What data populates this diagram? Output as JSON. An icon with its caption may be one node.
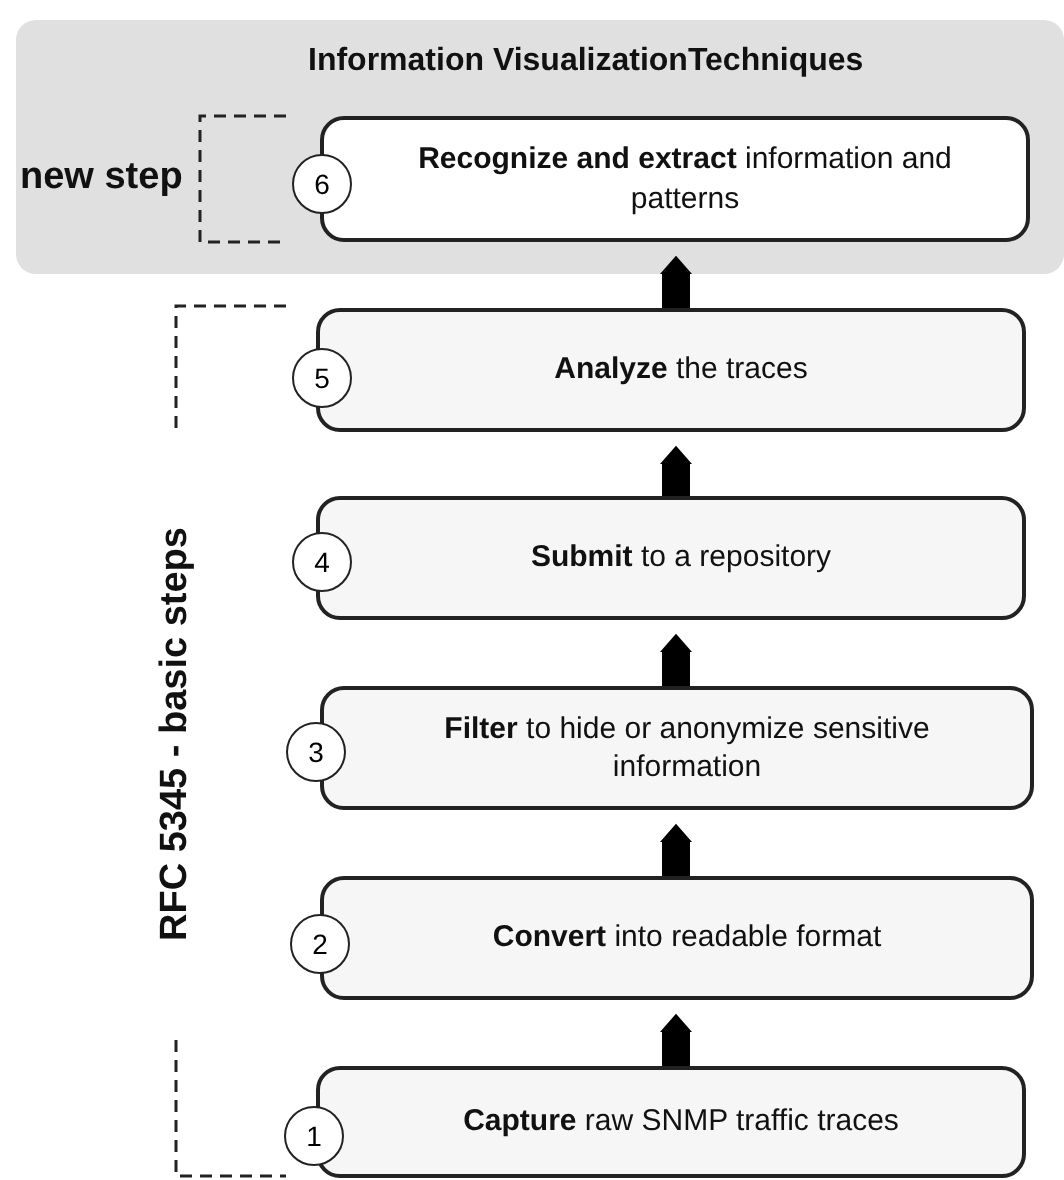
{
  "diagram": {
    "nodes": [
      {
        "text": [
          "Information VisualizationTechniques"
        ]
      },
      {
        "text": [
          "6"
        ],
        "in": 0
      },
      {
        "text": [
          "**Recognize and extract** information and patterns"
        ],
        "in": 0
      },
      {
        "text": [
          "5"
        ]
      },
      {
        "text": [
          "**Analyze** the traces"
        ]
      },
      {
        "text": [
          "4"
        ]
      },
      {
        "text": [
          "**Submit** to a repository"
        ]
      },
      {
        "text": [
          "3"
        ]
      },
      {
        "text": [
          "**Filter** to hide or anonymize sensitive information"
        ]
      },
      {
        "text": [
          "2"
        ]
      },
      {
        "text": [
          "**Convert** into readable format"
        ]
      },
      {
        "text": [
          "1"
        ]
      },
      {
        "text": [
          "**Capture** raw SNMP traffic traces"
        ]
      }
    ],
    "edges": [
      {
        "from": 12,
        "to": 10,
        "arrow": "to"
      },
      {
        "from": 10,
        "to": 8,
        "arrow": "to"
      },
      {
        "from": 8,
        "to": 6,
        "arrow": "to"
      },
      {
        "from": 6,
        "to": 4,
        "arrow": "to"
      },
      {
        "from": 4,
        "to": 2,
        "arrow": "to"
      }
    ],
    "labels": [
      "new step",
      "RFC 5345 - basic steps"
    ]
  }
}
